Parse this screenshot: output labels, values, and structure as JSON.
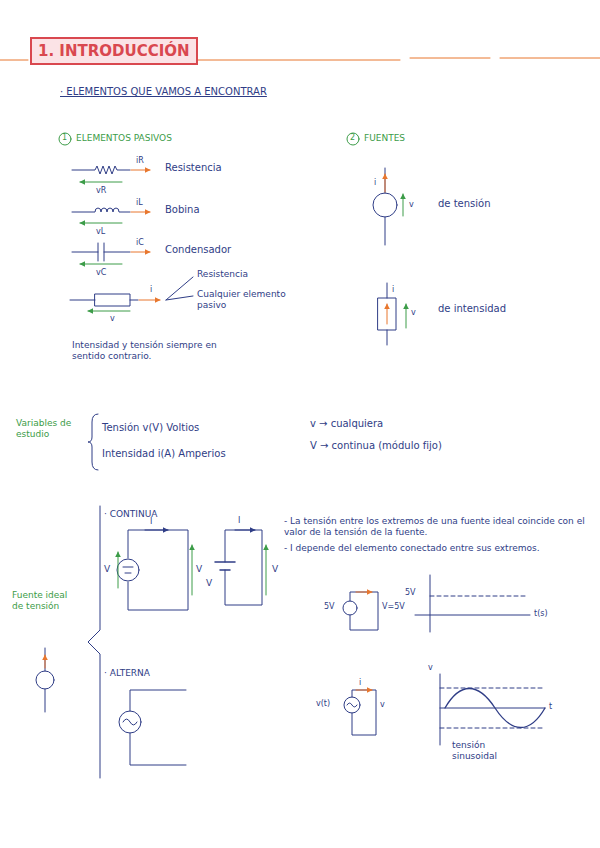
{
  "diagram": {
    "title": "1. INTRODUCCIÓN",
    "labels": [
      "· ELEMENTOS QUE VAMOS A ENCONTRAR",
      "1",
      "ELEMENTOS PASIVOS",
      "2",
      "FUENTES",
      "iR",
      "vR",
      "Resistencia",
      "iL",
      "vL",
      "Bobina",
      "iC",
      "vC",
      "Condensador",
      "i",
      "v",
      "Resistencia",
      "Cualquier elemento pasivo",
      "Intensidad y tensión siempre en sentido contrario.",
      "i",
      "v",
      "de tensión",
      "i",
      "v",
      "de intensidad",
      "Variables de estudio",
      "Tensión v(V) Voltios",
      "Intensidad i(A) Amperios",
      "v → cualquiera",
      "V → continua (módulo fijo)",
      "Fuente ideal de tensión",
      "· CONTINUA",
      "I",
      "V",
      "V",
      "I",
      "V",
      "V",
      "- La tensión entre los extremos de una fuente ideal coincide con el valor de la tensión de la fuente.",
      "- I depende del elemento conectado entre sus extremos.",
      "5V",
      "V=5V",
      "5V",
      "t(s)",
      "· ALTERNA",
      "v(t)",
      "i",
      "v",
      "v",
      "t",
      "tensión sinusoidal"
    ]
  }
}
